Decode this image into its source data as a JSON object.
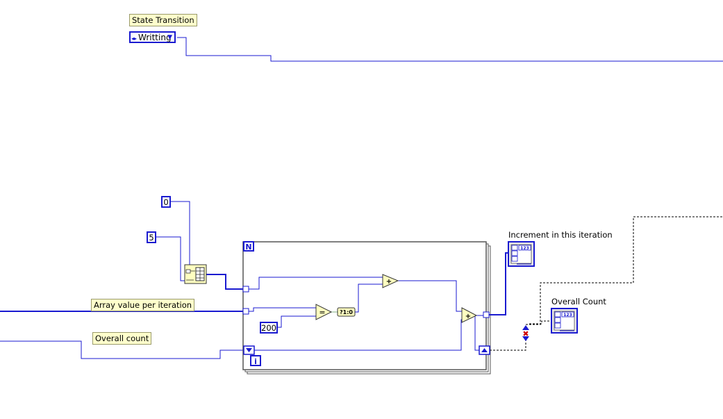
{
  "labels": {
    "state_transition": "State Transition",
    "array_value": "Array value per iteration",
    "overall_count_input": "Overall count",
    "increment": "Increment in this iteration",
    "overall_count_output": "Overall Count"
  },
  "enum_control": {
    "value": "Writting"
  },
  "constants": {
    "zero": "0",
    "five": "5",
    "threshold": "200"
  },
  "loop": {
    "count_terminal": "N",
    "iteration_terminal": "i"
  },
  "nodes": {
    "add_symbol": "+",
    "equal_symbol": "=",
    "bool_to_num": "?1:0",
    "indicator_symbol": "123"
  },
  "colors": {
    "wire_numeric": "#1a1ad0",
    "wire_error": "#000000",
    "label_bg": "#ffffcc",
    "node_fill": "#ffffc0"
  }
}
